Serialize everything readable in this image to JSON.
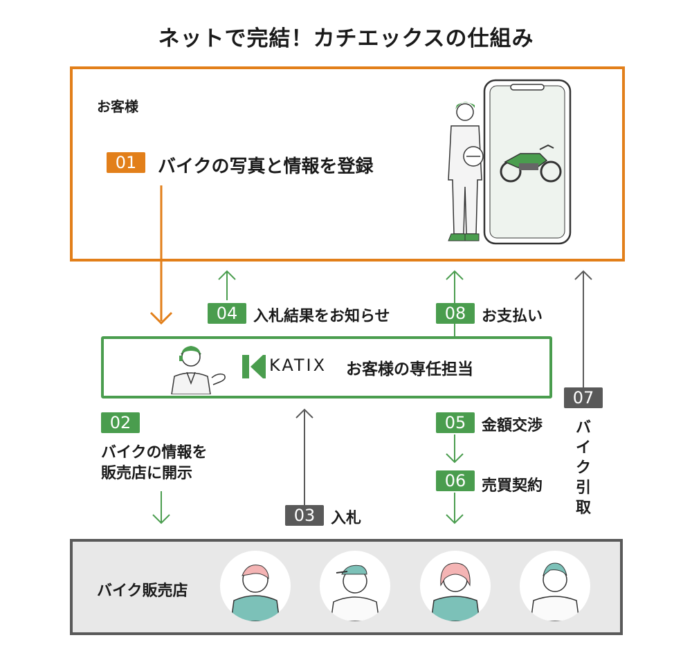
{
  "title": "ネットで完結！カチエックスの仕組み",
  "customer": {
    "heading": "お客様",
    "step01": {
      "num": "01",
      "label": "バイクの写真と情報を登録"
    }
  },
  "katix": {
    "logo_text": "KATIX",
    "label": "お客様の専任担当"
  },
  "steps": {
    "s02": {
      "num": "02",
      "line1": "バイクの情報を",
      "line2": "販売店に開示"
    },
    "s03": {
      "num": "03",
      "label": "入札"
    },
    "s04": {
      "num": "04",
      "label": "入札結果をお知らせ"
    },
    "s05": {
      "num": "05",
      "label": "金額交渉"
    },
    "s06": {
      "num": "06",
      "label": "売買契約"
    },
    "s07": {
      "num": "07",
      "label_chars": [
        "バ",
        "イ",
        "ク",
        "引",
        "取"
      ]
    },
    "s08": {
      "num": "08",
      "label": "お支払い"
    }
  },
  "dealer": {
    "heading": "バイク販売店"
  },
  "colors": {
    "orange": "#e27f1a",
    "green": "#4a9d4e",
    "gray": "#595959",
    "dealer_bg": "#e8e8e8"
  }
}
